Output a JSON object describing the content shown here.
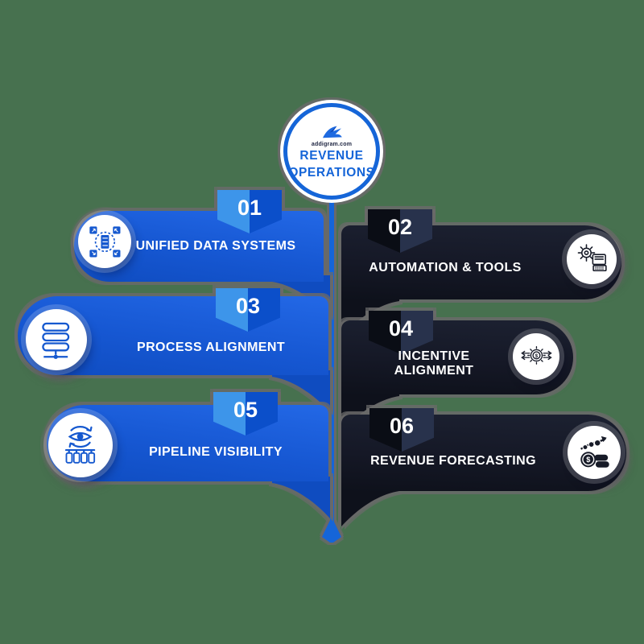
{
  "hub": {
    "brand": "addigram.com",
    "title_line1": "REVENUE",
    "title_line2": "OPERATIONS"
  },
  "items": [
    {
      "number": "01",
      "label": "UNIFIED DATA SYSTEMS",
      "side": "left",
      "theme": "blue",
      "icon": "data-network-icon"
    },
    {
      "number": "02",
      "label": "AUTOMATION & TOOLS",
      "side": "right",
      "theme": "dark",
      "icon": "gear-laptop-icon"
    },
    {
      "number": "03",
      "label": "PROCESS ALIGNMENT",
      "side": "left",
      "theme": "blue",
      "icon": "flowchart-icon"
    },
    {
      "number": "04",
      "label": "INCENTIVE ALIGNMENT",
      "side": "right",
      "theme": "dark",
      "icon": "gear-dollar-arrows-icon"
    },
    {
      "number": "05",
      "label": "PIPELINE VISIBILITY",
      "side": "left",
      "theme": "blue",
      "icon": "eye-pipeline-icon"
    },
    {
      "number": "06",
      "label": "REVENUE FORECASTING",
      "side": "right",
      "theme": "dark",
      "icon": "money-trend-icon"
    }
  ],
  "colors": {
    "bg": "#47714f",
    "accent": "#1565d8",
    "blue": "#1657d2",
    "blue-light": "#2368e6",
    "blue-deep": "#0f4cc0",
    "ribbon-blue-a": "#3d95ea",
    "ribbon-blue-b": "#0b4fca",
    "dark": "#151826",
    "dark-light": "#1c2131",
    "dark-deep": "#0e111b",
    "ribbon-dark-a": "#0a0d15",
    "ribbon-dark-b": "#28324c"
  }
}
